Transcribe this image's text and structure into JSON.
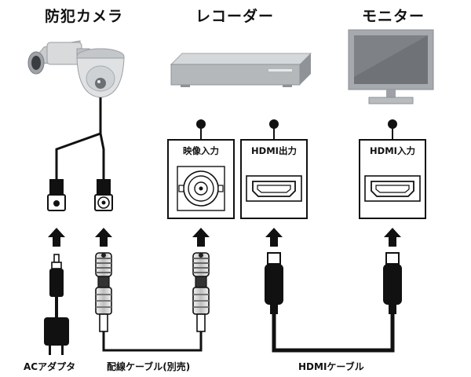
{
  "headings": {
    "camera": "防犯カメラ",
    "recorder": "レコーダー",
    "monitor": "モニター"
  },
  "ports": {
    "video_in": "映像入力",
    "hdmi_out": "HDMI出力",
    "hdmi_in": "HDMI入力"
  },
  "captions": {
    "ac_adapter": "ACアダプタ",
    "wiring_cable": "配線ケーブル(別売)",
    "hdmi_cable": "HDMIケーブル"
  },
  "colors": {
    "ink": "#111111",
    "device_gray": "#b9bcbf",
    "device_dark": "#7d8185",
    "screen": "#6f7377"
  }
}
